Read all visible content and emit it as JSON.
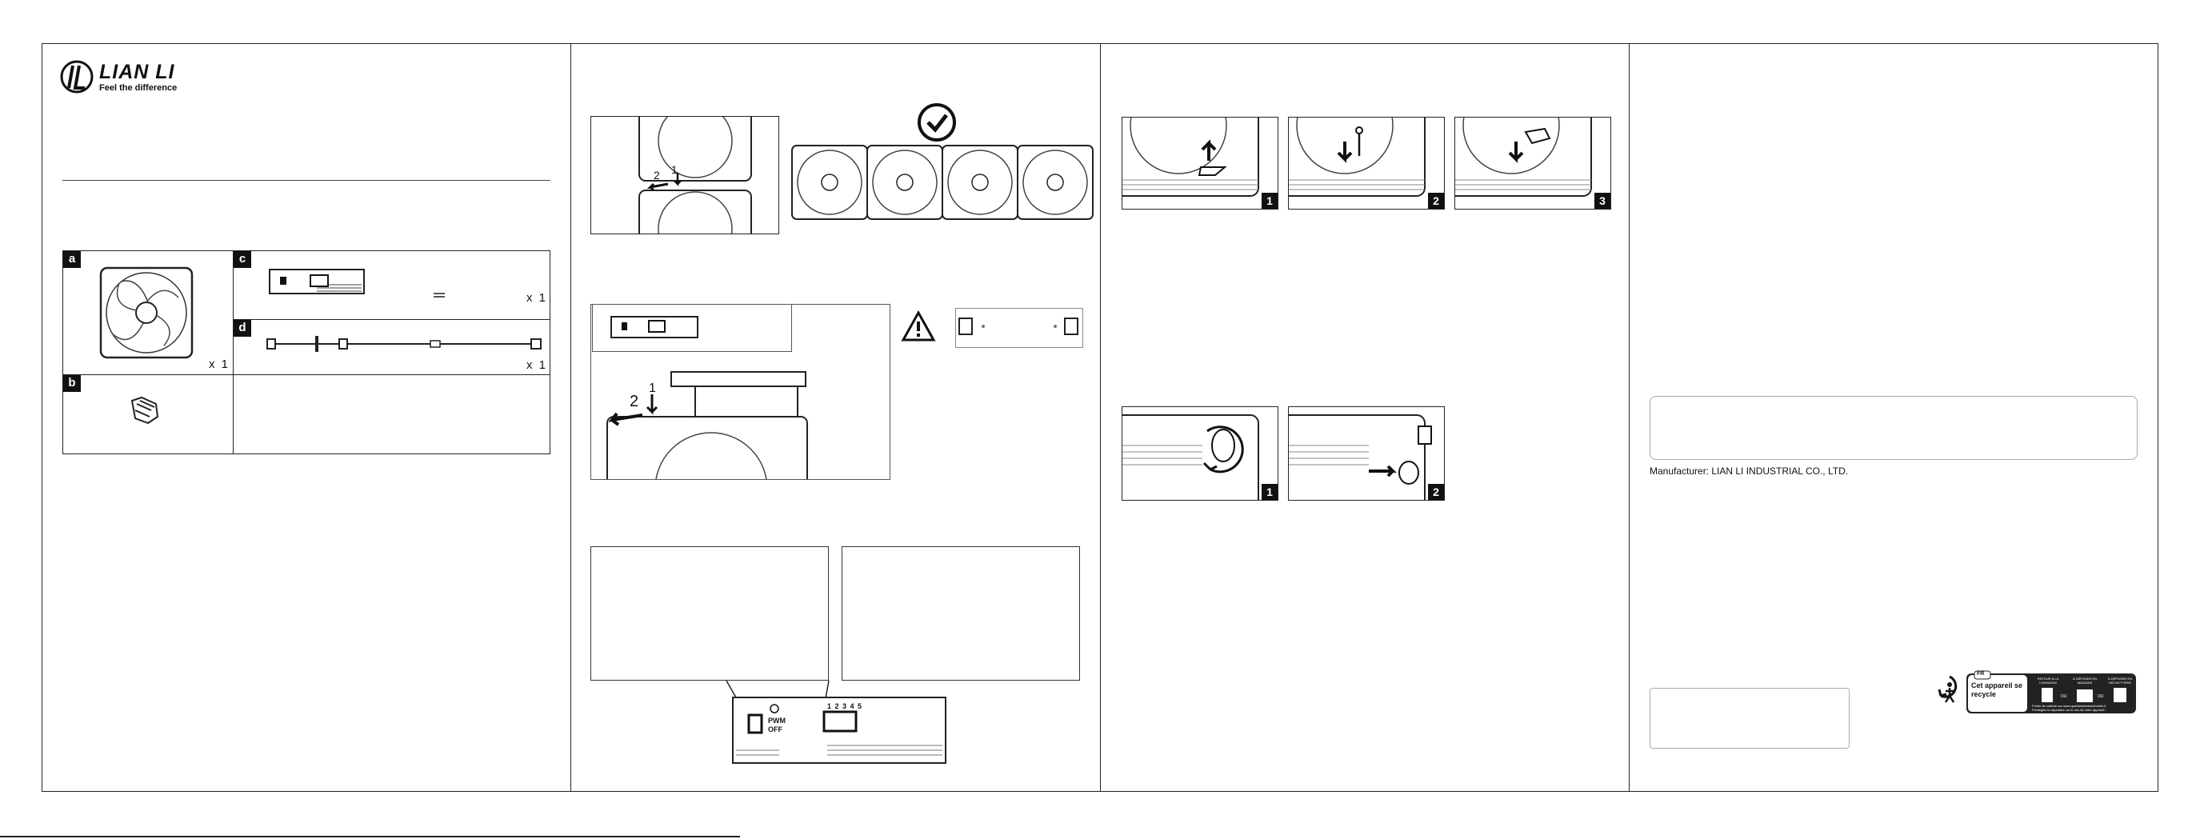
{
  "brand": {
    "logo_name": "LIAN LI",
    "logo_tagline": "Feel the difference"
  },
  "parts": {
    "a": {
      "label": "a",
      "qty": "x 1"
    },
    "b": {
      "label": "b"
    },
    "c": {
      "label": "c",
      "qty": "x 1"
    },
    "d": {
      "label": "d",
      "qty": "x 1"
    }
  },
  "steps": {
    "s1": "1",
    "s2": "2",
    "s3": "3",
    "r1": "1",
    "r2": "2",
    "arrow1": "1",
    "arrow2": "2"
  },
  "switch": {
    "pwm": "PWM",
    "off": "OFF",
    "pos": "1 2 3 4 5"
  },
  "manufacturer": "Manufacturer: LIAN LI INDUSTRIAL CO., LTD.",
  "recycling": {
    "badge": "FR",
    "main": "Cet appareil se recycle",
    "col1": "RETOUR À LA LIVRAISON",
    "col2": "À DÉPOSER EN MAGASIN",
    "col3": "À DÉPOSER EN DÉCHETTERIE",
    "ou1": "OU",
    "ou2": "OU",
    "foot1": "Points de collecte sur www.quefairedemesdechets.fr",
    "foot2": "Privilégiez la réparation ou le don de votre appareil !"
  },
  "colors": {
    "ink": "#111111",
    "frame": "#222222",
    "muted": "#aaaaaa"
  }
}
